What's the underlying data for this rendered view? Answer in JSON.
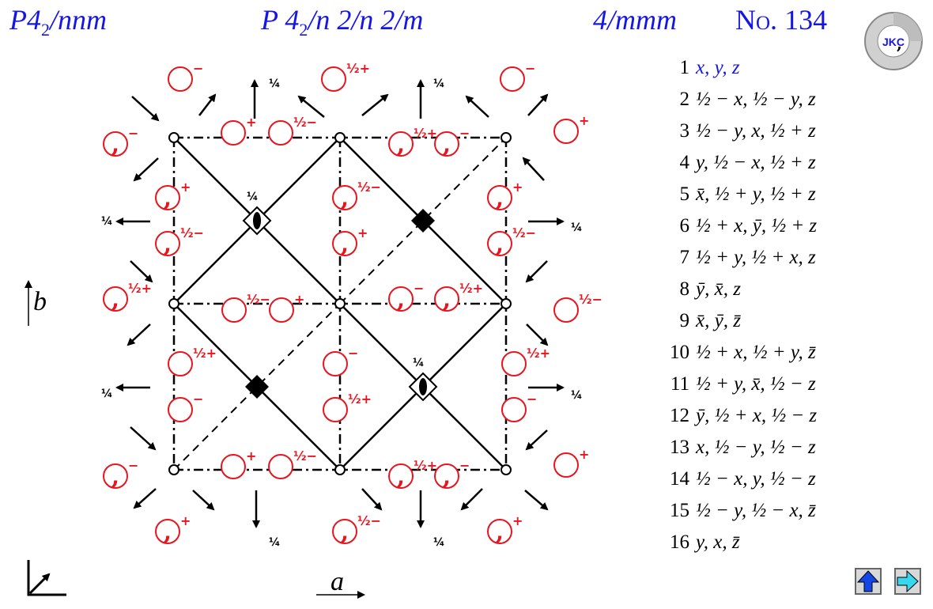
{
  "header": {
    "short_symbol_main": "P4",
    "short_symbol_sub": "2",
    "short_symbol_rest": "/nnm",
    "full_symbol_a": "P 4",
    "full_symbol_sub": "2",
    "full_symbol_rest": "/n 2/n 2/m",
    "point_group": "4/mmm",
    "number_prefix": "No.",
    "number_value": "134"
  },
  "logo": {
    "text": "JKC"
  },
  "axes": {
    "a_label": "a",
    "b_label": "b"
  },
  "labels": {
    "quarter": "¼",
    "half_plus": "½+",
    "half_minus": "½−",
    "plus": "+",
    "minus": "−"
  },
  "coordinates": [
    {
      "n": "1",
      "v": "x, y, z"
    },
    {
      "n": "2",
      "v": "½ − x, ½ − y, z"
    },
    {
      "n": "3",
      "v": "½ − y, x, ½ + z"
    },
    {
      "n": "4",
      "v": "y, ½ − x, ½ + z"
    },
    {
      "n": "5",
      "v": "x̄, ½ + y, ½ + z"
    },
    {
      "n": "6",
      "v": "½ + x, ȳ, ½ + z"
    },
    {
      "n": "7",
      "v": "½ + y, ½ + x, z"
    },
    {
      "n": "8",
      "v": "ȳ, x̄, z"
    },
    {
      "n": "9",
      "v": "x̄, ȳ, z̄"
    },
    {
      "n": "10",
      "v": "½ + x, ½ + y, z̄"
    },
    {
      "n": "11",
      "v": "½ + y, x̄, ½ − z"
    },
    {
      "n": "12",
      "v": "ȳ, ½ + x, ½ − z"
    },
    {
      "n": "13",
      "v": "x, ½ − y, ½ − z"
    },
    {
      "n": "14",
      "v": "½ − x, y, ½ − z"
    },
    {
      "n": "15",
      "v": "½ − y, ½ − x, z̄"
    },
    {
      "n": "16",
      "v": "y, x, z̄"
    }
  ],
  "colors": {
    "header": "#1515e6",
    "symbol": "#e8141e",
    "line": "#000000",
    "nav_up": "#1446e6",
    "nav_next": "#38d7f0"
  },
  "icons": {
    "nav_up": "up-arrow-icon",
    "nav_next": "right-arrow-icon"
  }
}
